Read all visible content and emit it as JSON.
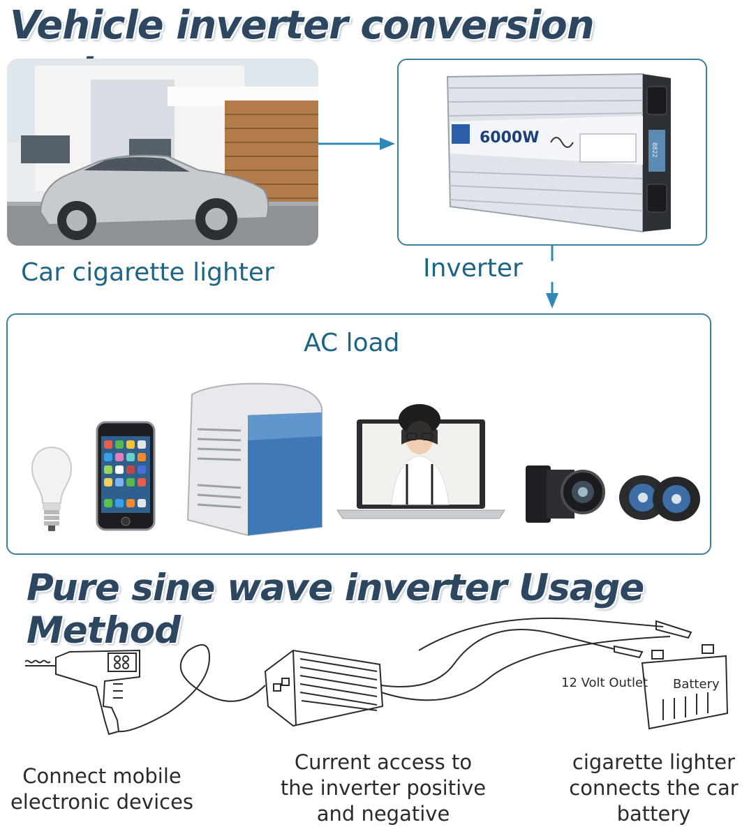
{
  "titles": {
    "main": "Vehicle inverter conversion system",
    "usage": "Pure sine wave inverter Usage Method"
  },
  "top": {
    "car_caption": "Car cigarette lighter",
    "inverter_caption": "Inverter",
    "inverter_power": "6000W",
    "inverter_display": "8822",
    "ac_load_title": "AC load"
  },
  "diagram": {
    "outlet_label": "12 Volt Outlet",
    "battery_label": "Battery"
  },
  "captions": {
    "c1": [
      "Connect mobile",
      "electronic devices"
    ],
    "c2": [
      "Current access to",
      "the inverter positive",
      "and negative"
    ],
    "c3": [
      "cigarette lighter",
      "connects the car",
      "battery"
    ]
  },
  "colors": {
    "title": "#2d4760",
    "caption": "#1e6585",
    "box_border": "#3d7f9e",
    "arrow": "#2e88b8"
  }
}
